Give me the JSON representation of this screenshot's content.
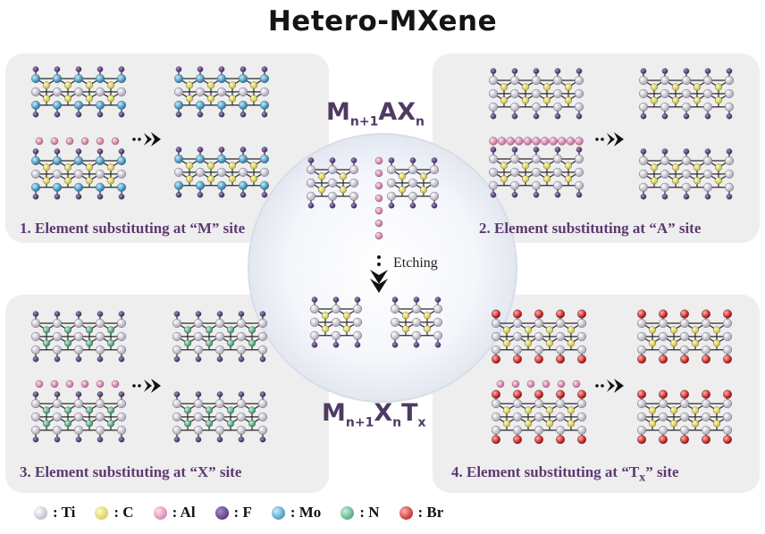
{
  "title": "Hetero-MXene",
  "panels": {
    "m_site": "1. Element substituting at “M” site",
    "a_site": "2. Element substituting at “A” site",
    "x_site": "3. Element substituting at “X” site",
    "t_site_prefix": "4. Element substituting at “T",
    "t_site_sub": "x",
    "t_site_suffix": "” site"
  },
  "center": {
    "max_formula": {
      "m": "M",
      "m_sub": "n+1",
      "ax": "AX",
      "ax_sub": "n"
    },
    "etching_label": "Etching",
    "mxene_formula": {
      "m": "M",
      "m_sub": "n+1",
      "x": "X",
      "x_sub": "n",
      "t": "T",
      "t_sub": "x"
    }
  },
  "legend": [
    {
      "symbol": "Ti",
      "label": ": Ti",
      "color": "#cfcbd8"
    },
    {
      "symbol": "C",
      "label": ": C",
      "color": "#e6e06a"
    },
    {
      "symbol": "Al",
      "label": ": Al",
      "color": "#e08ab6"
    },
    {
      "symbol": "F",
      "label": ": F",
      "color": "#5b3a86"
    },
    {
      "symbol": "Mo",
      "label": ": Mo",
      "color": "#3d9fd0"
    },
    {
      "symbol": "N",
      "label": ": N",
      "color": "#4fb588"
    },
    {
      "symbol": "Br",
      "label": ": Br",
      "color": "#e01a1a"
    }
  ]
}
